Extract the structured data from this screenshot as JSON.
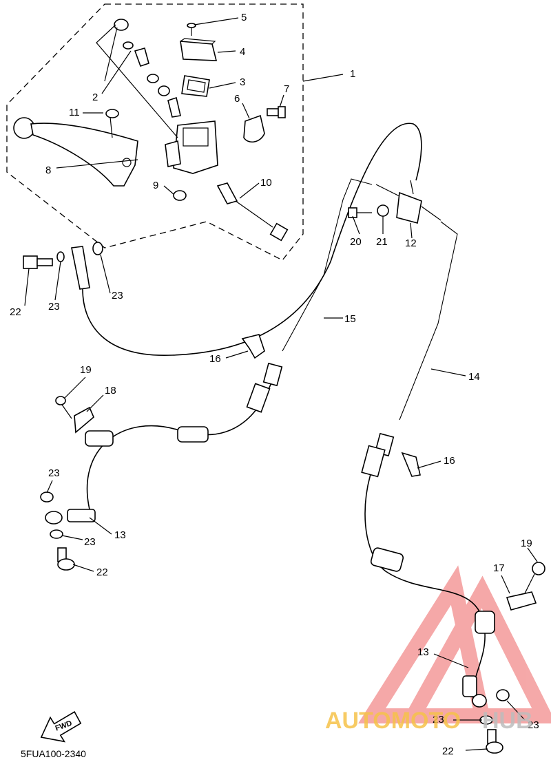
{
  "diagram": {
    "code": "5FUA100-2340",
    "direction_label": "FWD",
    "callouts": [
      "1",
      "2",
      "3",
      "4",
      "5",
      "6",
      "7",
      "8",
      "9",
      "10",
      "11",
      "12",
      "13",
      "13",
      "13",
      "14",
      "15",
      "16",
      "16",
      "17",
      "18",
      "19",
      "19",
      "20",
      "21",
      "22",
      "22",
      "22",
      "23",
      "23",
      "23",
      "23",
      "23",
      "23",
      "23"
    ]
  },
  "watermark": {
    "brand_left": "AUTOMOTO",
    "brand_right": "HUB",
    "color_primary": "#f28c8c",
    "color_text_left": "#f6c24a",
    "color_text_right": "#bdbdbd"
  }
}
